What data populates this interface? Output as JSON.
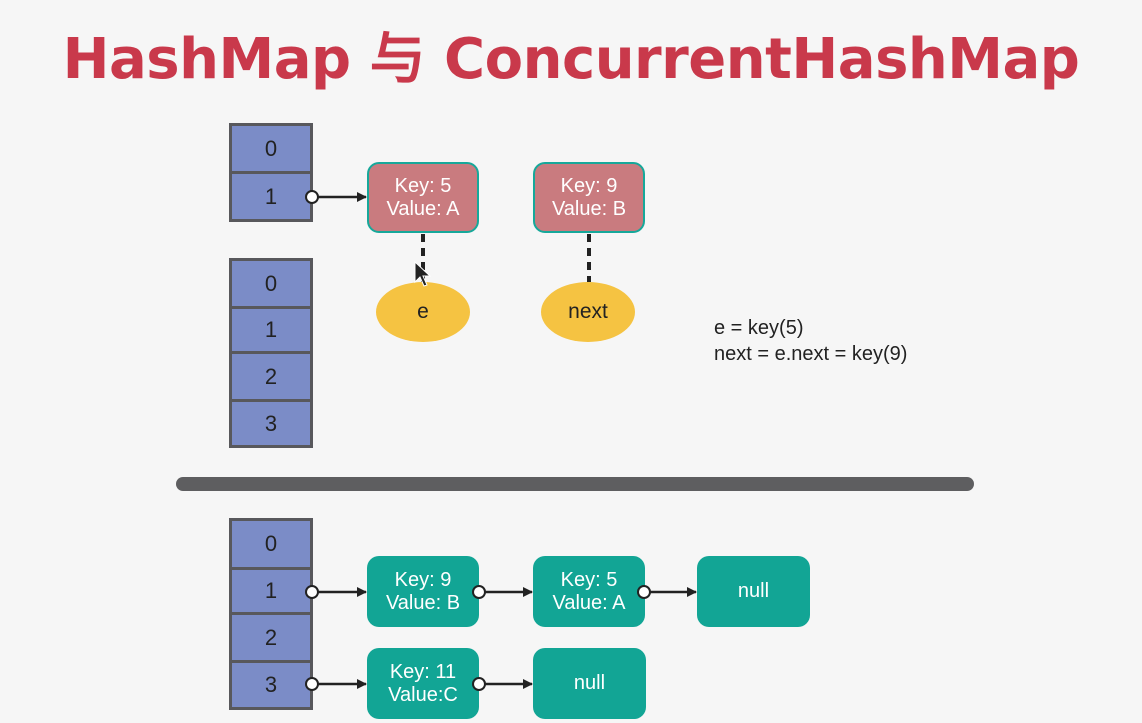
{
  "title": "HashMap 与 ConcurrentHashMap",
  "top": {
    "array_a": [
      "0",
      "1"
    ],
    "array_b": [
      "0",
      "1",
      "2",
      "3"
    ],
    "node1": {
      "key": "Key: 5",
      "value": "Value: A"
    },
    "node2": {
      "key": "Key: 9",
      "value": "Value: B"
    },
    "pointer1": "e",
    "pointer2": "next",
    "note_line1": "e = key(5)",
    "note_line2": "next = e.next = key(9)"
  },
  "bottom": {
    "array": [
      "0",
      "1",
      "2",
      "3"
    ],
    "row1": [
      {
        "key": "Key: 9",
        "value": "Value: B"
      },
      {
        "key": "Key: 5",
        "value": "Value: A"
      }
    ],
    "row1_end": "null",
    "row2": [
      {
        "key": "Key: 11",
        "value": "Value:C"
      }
    ],
    "row2_end": "null"
  },
  "colors": {
    "title": "#c9394b",
    "array_cell": "#7b8cc7",
    "old_node": "#c97b7f",
    "new_node": "#12a595",
    "pointer": "#f5c342"
  }
}
